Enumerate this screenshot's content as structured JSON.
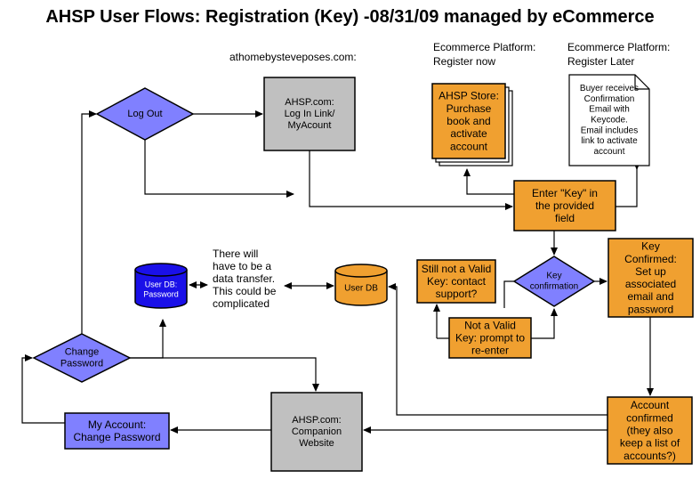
{
  "title": "AHSP User Flows: Registration (Key) -08/31/09 managed by eCommerce",
  "section_labels": {
    "site": "athomebysteveposes.com:",
    "register_now": [
      "Ecommerce Platform:",
      "Register now"
    ],
    "register_later": [
      "Ecommerce Platform:",
      "Register Later"
    ]
  },
  "colors": {
    "orange": "#f0a030",
    "purple": "#8080ff",
    "gray": "#c0c0c0",
    "blue": "#1a10e8",
    "stroke": "#000000"
  },
  "nodes": [
    {
      "id": "log-out",
      "shape": "diamond",
      "color": "purple",
      "lines": [
        "Log Out"
      ]
    },
    {
      "id": "ahsp-login",
      "shape": "rect",
      "color": "gray",
      "lines": [
        "AHSP.com:",
        "Log In Link/",
        "MyAcount"
      ]
    },
    {
      "id": "ahsp-store",
      "shape": "stack",
      "color": "orange",
      "lines": [
        "AHSP Store:",
        "Purchase",
        "book and",
        "activate",
        "account"
      ]
    },
    {
      "id": "buyer-email",
      "shape": "document",
      "color": "white",
      "lines": [
        "Buyer receives",
        "Confirmation",
        "Email with",
        "Keycode.",
        "Email includes",
        "link to activate",
        "account"
      ]
    },
    {
      "id": "enter-key",
      "shape": "rect",
      "color": "orange",
      "lines": [
        "Enter \"Key\" in",
        "the provided",
        "field"
      ]
    },
    {
      "id": "key-confirmation",
      "shape": "diamond",
      "color": "purple",
      "lines": [
        "Key",
        "confirmation"
      ]
    },
    {
      "id": "key-confirmed",
      "shape": "rect",
      "color": "orange",
      "lines": [
        "Key",
        "Confirmed:",
        "Set up",
        "associated",
        "email and",
        "password"
      ]
    },
    {
      "id": "still-not-valid",
      "shape": "rect",
      "color": "orange",
      "lines": [
        "Still not a Valid",
        "Key: contact",
        "support?"
      ]
    },
    {
      "id": "not-valid",
      "shape": "rect",
      "color": "orange",
      "lines": [
        "Not a Valid",
        "Key: prompt to",
        "re-enter"
      ]
    },
    {
      "id": "user-db-password",
      "shape": "cylinder",
      "color": "blue",
      "lines": [
        "User DB:",
        "Password"
      ]
    },
    {
      "id": "user-db",
      "shape": "cylinder",
      "color": "orange",
      "lines": [
        "User DB"
      ]
    },
    {
      "id": "change-password",
      "shape": "diamond",
      "color": "purple",
      "lines": [
        "Change",
        "Password"
      ]
    },
    {
      "id": "my-account",
      "shape": "rect",
      "color": "purple",
      "lines": [
        "My Account:",
        "Change Password"
      ]
    },
    {
      "id": "companion-site",
      "shape": "rect",
      "color": "gray",
      "lines": [
        "AHSP.com:",
        "Companion",
        "Website"
      ]
    },
    {
      "id": "account-confirmed",
      "shape": "rect",
      "color": "orange",
      "lines": [
        "Account",
        "confirmed",
        "(they also",
        "keep a list of",
        "accounts?)"
      ]
    }
  ],
  "annotation": [
    "There will",
    "have to be a",
    "data transfer.",
    "This could be",
    "complicated"
  ]
}
